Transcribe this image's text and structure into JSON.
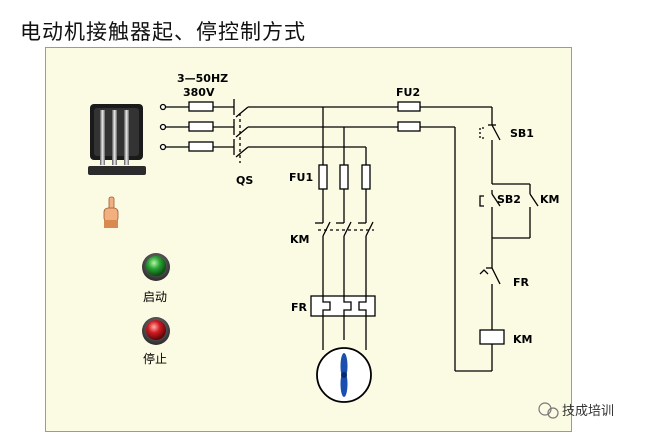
{
  "title": "电动机接触器起、停控制方式",
  "labels": {
    "supply_spec": "3—50HZ",
    "supply_voltage": "380V",
    "qs": "QS",
    "fu1": "FU1",
    "fu2": "FU2",
    "km_main": "KM",
    "fr_main": "FR",
    "sb1": "SB1",
    "sb2": "SB2",
    "km_aux": "KM",
    "fr_aux": "FR",
    "km_coil": "KM"
  },
  "buttons": {
    "start_label": "启动",
    "stop_label": "停止"
  },
  "watermark": "技成培训",
  "colors": {
    "panel_bg": "#fbfbe4",
    "start_green": "#1f9e2a",
    "stop_red": "#c8141e"
  }
}
